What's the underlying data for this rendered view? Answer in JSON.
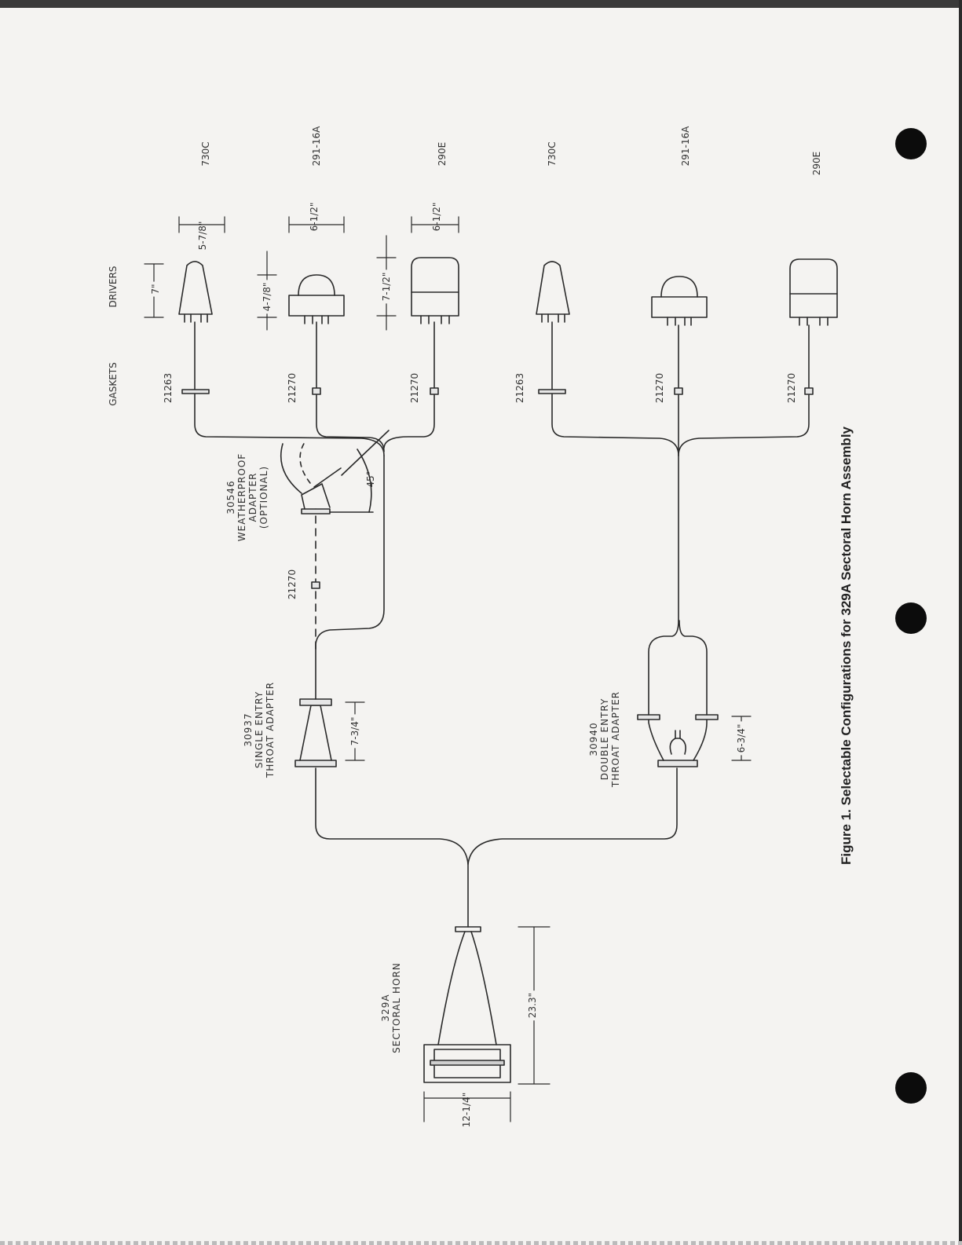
{
  "figure": {
    "caption": "Figure 1. Selectable Configurations for 329A Sectoral Horn Assembly"
  },
  "columns": {
    "gaskets": "GASKETS",
    "drivers": "DRIVERS"
  },
  "horn": {
    "label": [
      "329A",
      "SECTORAL HORN"
    ],
    "width_dim": "12-1/4\"",
    "length_dim": "23.3\""
  },
  "single_adapter": {
    "label": [
      "30937",
      "SINGLE ENTRY",
      "THROAT ADAPTER"
    ],
    "dim": "7-3/4\""
  },
  "double_adapter": {
    "label": [
      "30940",
      "DOUBLE ENTRY",
      "THROAT ADAPTER"
    ],
    "dim": "6-3/4\""
  },
  "weatherproof": {
    "label": [
      "30546",
      "WEATHERPROOF",
      "ADAPTER",
      "(OPTIONAL)"
    ],
    "gasket": "21270",
    "angle": "45°"
  },
  "upper_branch": [
    {
      "gasket": "21263",
      "driver": "730C",
      "width": "7\"",
      "height": "5-7/8\""
    },
    {
      "gasket": "21270",
      "driver": "291-16A",
      "width": "4-7/8\"",
      "height": "6-1/2\""
    },
    {
      "gasket": "21270",
      "driver": "290E",
      "width": "7-1/2\"",
      "height": "6-1/2\""
    }
  ],
  "lower_branch": [
    {
      "gasket": "21263",
      "driver": "730C"
    },
    {
      "gasket": "21270",
      "driver": "291-16A"
    },
    {
      "gasket": "21270",
      "driver": "290E"
    }
  ]
}
